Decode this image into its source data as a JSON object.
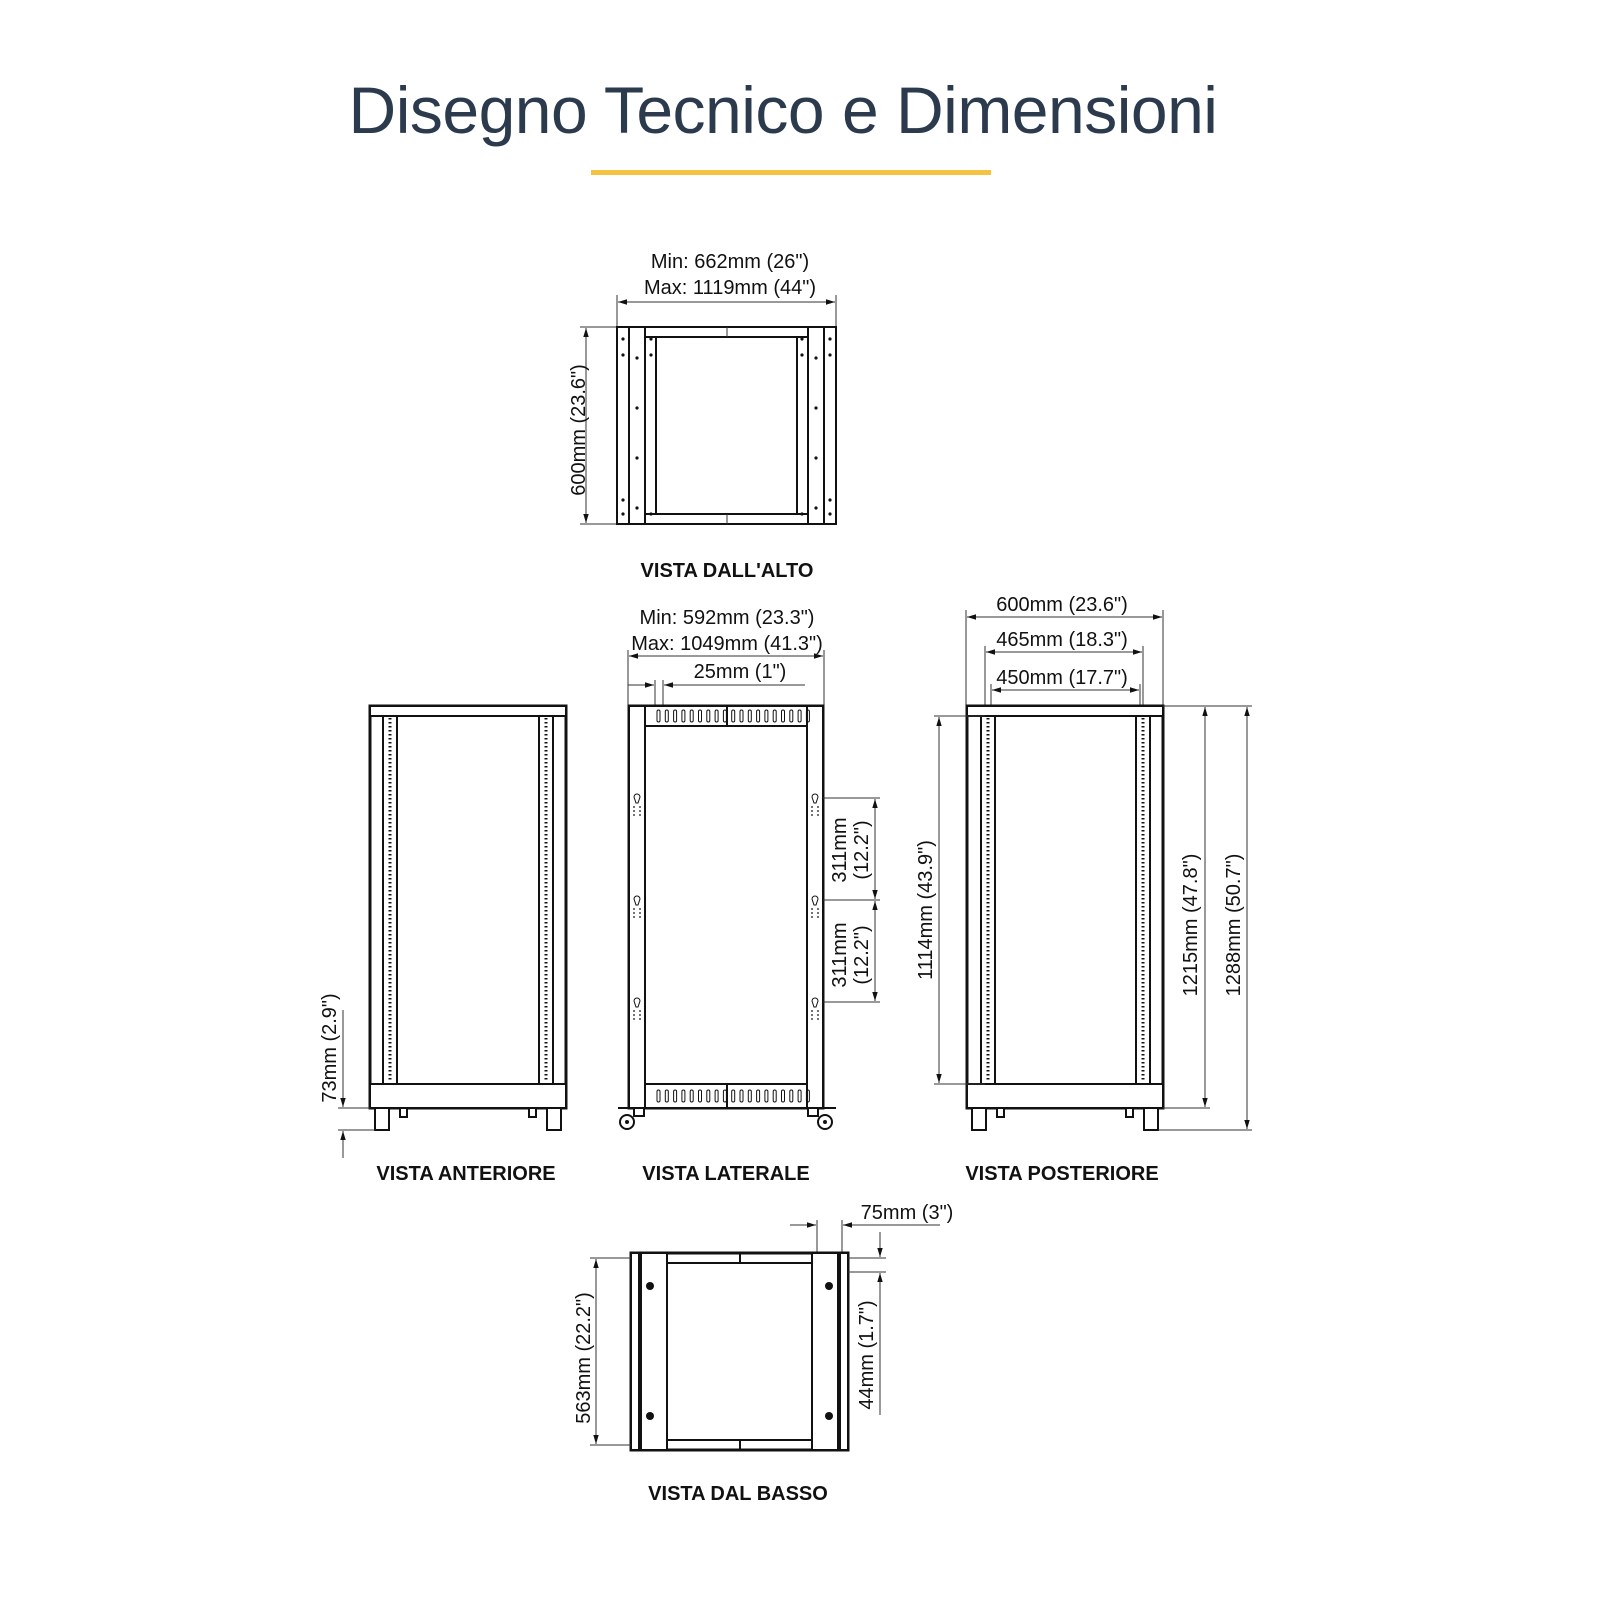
{
  "header": {
    "title": "Disegno Tecnico e Dimensioni",
    "accent_color": "#f5c242"
  },
  "views": {
    "top": {
      "caption": "VISTA DALL'ALTO",
      "width_min": "Min: 662mm (26\")",
      "width_max": "Max: 1119mm (44\")",
      "depth": "600mm (23.6\")"
    },
    "front": {
      "caption": "VISTA ANTERIORE",
      "caster_height": "73mm (2.9\")"
    },
    "side": {
      "caption": "VISTA LATERALE",
      "depth_min": "Min: 592mm (23.3\")",
      "depth_max": "Max: 1049mm (41.3\")",
      "rail_width": "25mm (1\")",
      "spacing_1_mm": "311mm",
      "spacing_1_in": "(12.2\")",
      "spacing_2_mm": "311mm",
      "spacing_2_in": "(12.2\")"
    },
    "rear": {
      "caption": "VISTA POSTERIORE",
      "outer_width": "600mm (23.6\")",
      "rail_outer": "465mm (18.3\")",
      "rail_inner": "450mm (17.7\")",
      "rail_height": "1114mm (43.9\")",
      "frame_height": "1215mm (47.8\")",
      "total_height": "1288mm (50.7\")"
    },
    "bottom": {
      "caption": "VISTA DAL BASSO",
      "foot_width": "75mm (3\")",
      "depth": "563mm (22.2\")",
      "foot_offset": "44mm (1.7\")"
    }
  }
}
